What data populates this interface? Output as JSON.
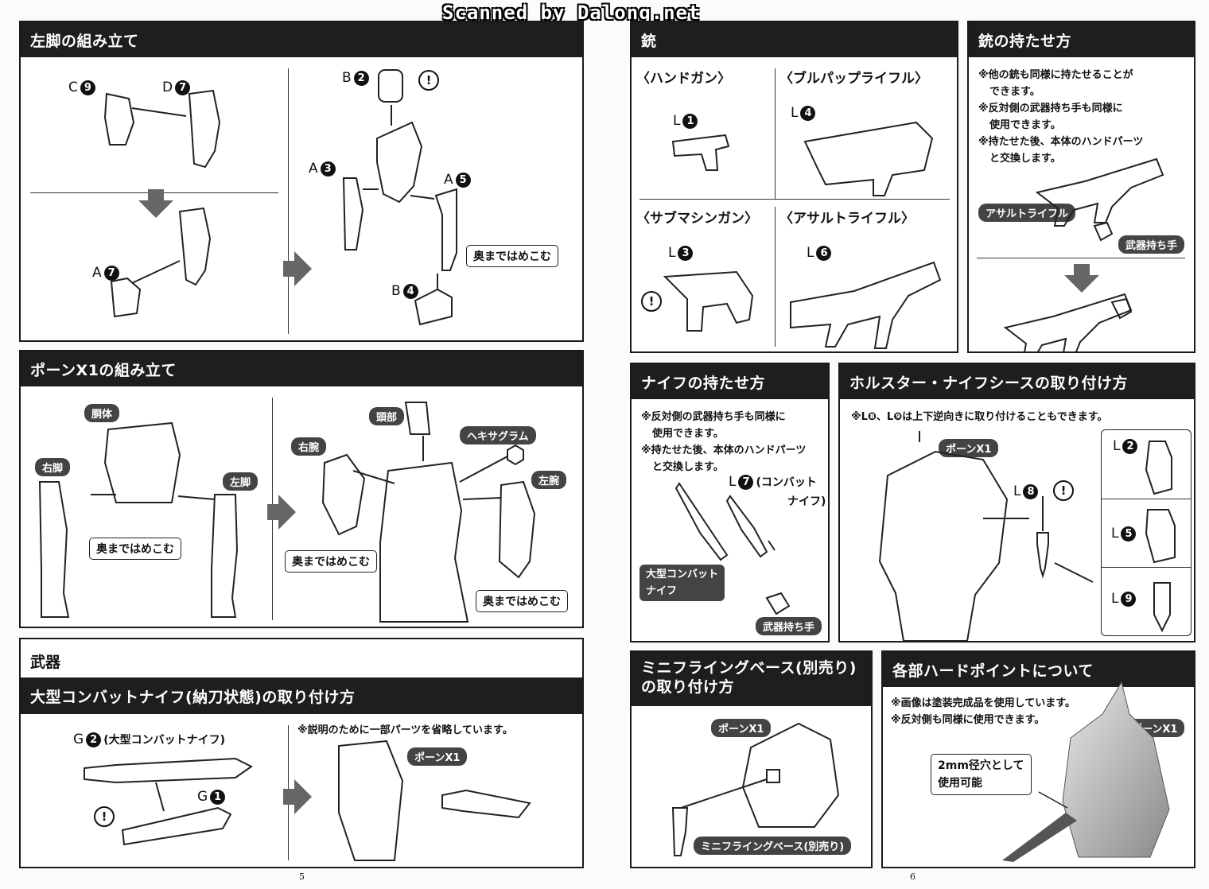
{
  "watermark": "Scanned by Dalong.net",
  "pages": {
    "left": "5",
    "right": "6"
  },
  "left_leg": {
    "title": "左脚の組み立て",
    "parts": {
      "c9": "C",
      "d7": "D",
      "a7": "A",
      "b2": "B",
      "a3": "A",
      "a5": "A",
      "b4": "B"
    },
    "nums": {
      "c9": "9",
      "d7": "7",
      "a7": "7",
      "b2": "2",
      "a3": "3",
      "a5": "5",
      "b4": "4"
    },
    "callout": "奥まではめこむ"
  },
  "pawn_assembly": {
    "title": "ポーンX1の組み立て",
    "pills": {
      "torso": "胴体",
      "right_leg": "右脚",
      "left_leg": "左脚",
      "head": "頭部",
      "right_arm": "右腕",
      "hexagram": "ヘキサグラム",
      "left_arm": "左腕"
    },
    "callouts": {
      "a": "奥まではめこむ",
      "b": "奥まではめこむ",
      "c": "奥まではめこむ"
    }
  },
  "weapons": {
    "title": "武器",
    "subtitle": "大型コンバットナイフ(納刀状態)の取り付け方",
    "g2": "G",
    "g2_num": "2",
    "g2_desc": "(大型コンバットナイフ)",
    "g1": "G",
    "g1_num": "1",
    "note": "※説明のために一部パーツを省略しています。",
    "pill": "ポーンX1"
  },
  "guns": {
    "title": "銃",
    "handgun": "〈ハンドガン〉",
    "bullpup": "〈ブルパップライフル〉",
    "smg": "〈サブマシンガン〉",
    "assault": "〈アサルトライフル〉",
    "l1": "L",
    "l1_num": "1",
    "l4": "L",
    "l4_num": "4",
    "l3": "L",
    "l3_num": "3",
    "l6": "L",
    "l6_num": "6"
  },
  "gun_hold": {
    "title": "銃の持たせ方",
    "notes": [
      "※他の銃も同様に持たせることが",
      "できます。",
      "※反対側の武器持ち手も同様に",
      "使用できます。",
      "※持たせた後、本体のハンドパーツ",
      "と交換します。"
    ],
    "pill_rifle": "アサルトライフル",
    "pill_hand": "武器持ち手"
  },
  "knife_hold": {
    "title": "ナイフの持たせ方",
    "notes": [
      "※反対側の武器持ち手も同様に",
      "使用できます。",
      "※持たせた後、本体のハンドパーツ",
      "と交換します。"
    ],
    "l7": "L",
    "l7_num": "7",
    "l7_desc1": "(コンバット",
    "l7_desc2": "ナイフ)",
    "pill_big1": "大型コンバット",
    "pill_big2": "ナイフ",
    "pill_hand": "武器持ち手"
  },
  "holster": {
    "title": "ホルスター・ナイフシースの取り付け方",
    "note": "※L❽、L❾は上下逆向きに取り付けることもできます。",
    "pill": "ポーンX1",
    "l8": "L",
    "l8_num": "8",
    "l2": "L",
    "l2_num": "2",
    "l5": "L",
    "l5_num": "5",
    "l9": "L",
    "l9_num": "9"
  },
  "flying_base": {
    "title1": "ミニフライングベース(別売り)",
    "title2": "の取り付け方",
    "pill": "ポーンX1",
    "pill_base": "ミニフライングベース(別売り)"
  },
  "hardpoints": {
    "title": "各部ハードポイントについて",
    "notes": [
      "※画像は塗装完成品を使用しています。",
      "※反対側も同様に使用できます。"
    ],
    "pill": "ポーンX1",
    "callout1": "2mm径穴として",
    "callout2": "使用可能"
  }
}
